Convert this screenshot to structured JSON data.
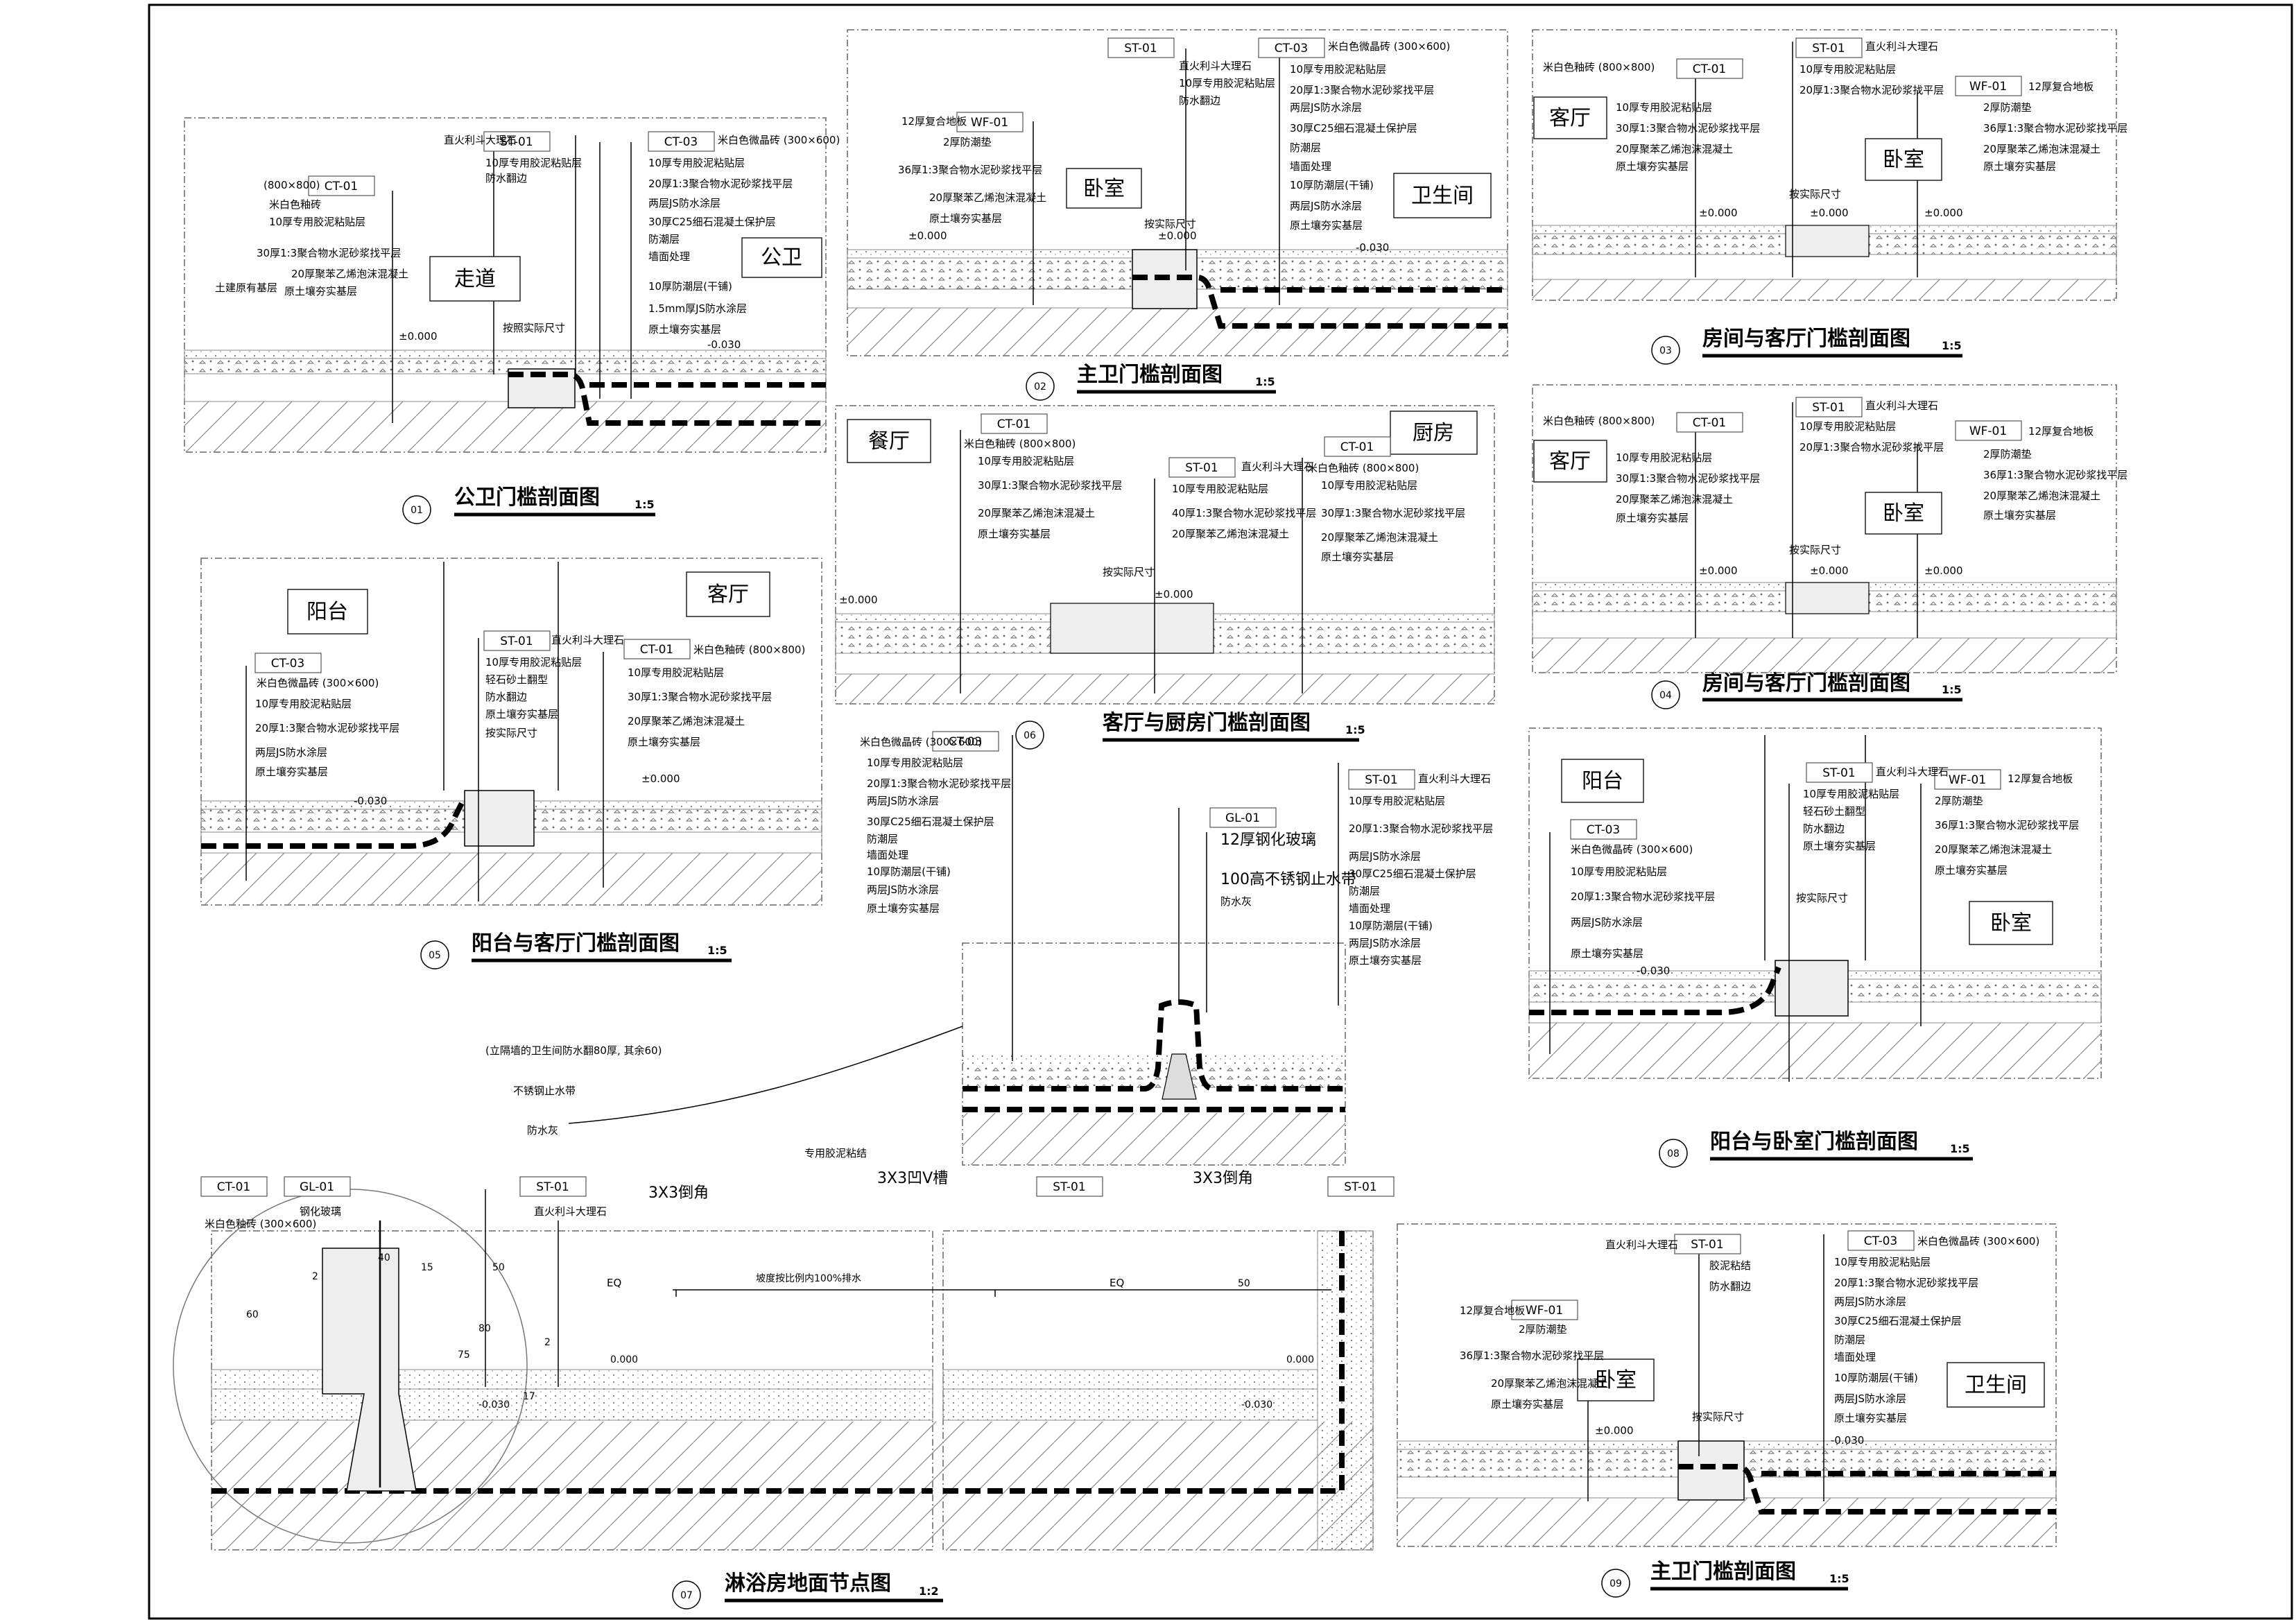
{
  "drawings": [
    {
      "id": "d01",
      "number": "01",
      "title": "公卫门槛剖面图",
      "scale": "1:5",
      "rooms": [
        "走道",
        "公卫"
      ],
      "tags": [
        "CT-01",
        "ST-01",
        "CT-03"
      ],
      "tag_notes": [
        "(800×800)",
        "直火利斗大理石",
        "米白色微晶砖 (300×600)"
      ],
      "notes_left": [
        "米白色釉砖",
        "10厚专用胶泥粘贴层",
        "30厚1:3聚合物水泥砂浆找平层",
        "20厚聚苯乙烯泡沫混凝土",
        "原土壤夯实基层",
        "土建原有基层"
      ],
      "notes_mid": [
        "10厚专用胶泥粘贴层",
        "防水翻边"
      ],
      "notes_right": [
        "10厚专用胶泥粘贴层",
        "20厚1:3聚合物水泥砂浆找平层",
        "两层JS防水涂层",
        "30厚C25细石混凝土保护层",
        "防潮层",
        "墙面处理",
        "10厚防潮层(干铺)",
        "1.5mm厚JS防水涂层",
        "原土壤夯实基层"
      ],
      "dim": "按照实际尺寸",
      "levels": [
        "±0.000",
        "-0.030"
      ]
    },
    {
      "id": "d02",
      "number": "02",
      "title": "主卫门槛剖面图",
      "scale": "1:5",
      "rooms": [
        "卧室",
        "卫生间"
      ],
      "tags": [
        "WF-01",
        "ST-01",
        "CT-03"
      ],
      "tag_notes": [
        "12厚复合地板",
        "直火利斗大理石",
        "米白色微晶砖 (300×600)"
      ],
      "notes_left": [
        "2厚防潮垫",
        "36厚1:3聚合物水泥砂浆找平层",
        "20厚聚苯乙烯泡沫混凝土",
        "原土壤夯实基层"
      ],
      "notes_mid": [
        "10厚专用胶泥粘贴层",
        "防水翻边"
      ],
      "notes_right": [
        "10厚专用胶泥粘贴层",
        "20厚1:3聚合物水泥砂浆找平层",
        "两层JS防水涂层",
        "30厚C25细石混凝土保护层",
        "防潮层",
        "墙面处理",
        "10厚防潮层(干铺)",
        "两层JS防水涂层",
        "原土壤夯实基层"
      ],
      "dim": "按实际尺寸",
      "levels": [
        "±0.000",
        "±0.000",
        "-0.030"
      ]
    },
    {
      "id": "d03",
      "number": "03",
      "title": "房间与客厅门槛剖面图",
      "scale": "1:5",
      "rooms": [
        "客厅",
        "卧室"
      ],
      "tags": [
        "CT-01",
        "ST-01",
        "WF-01"
      ],
      "tag_notes": [
        "米白色釉砖 (800×800)",
        "直火利斗大理石",
        "12厚复合地板"
      ],
      "notes_left": [
        "10厚专用胶泥粘贴层",
        "30厚1:3聚合物水泥砂浆找平层",
        "20厚聚苯乙烯泡沫混凝土",
        "原土壤夯实基层"
      ],
      "notes_mid": [
        "10厚专用胶泥粘贴层",
        "20厚1:3聚合物水泥砂浆找平层"
      ],
      "notes_right": [
        "2厚防潮垫",
        "36厚1:3聚合物水泥砂浆找平层",
        "20厚聚苯乙烯泡沫混凝土",
        "原土壤夯实基层"
      ],
      "dim": "按实际尺寸",
      "levels": [
        "±0.000",
        "±0.000",
        "±0.000"
      ]
    },
    {
      "id": "d04",
      "number": "04",
      "title": "房间与客厅门槛剖面图",
      "scale": "1:5",
      "rooms": [
        "客厅",
        "卧室"
      ],
      "tags": [
        "CT-01",
        "ST-01",
        "WF-01"
      ],
      "tag_notes": [
        "米白色釉砖 (800×800)",
        "直火利斗大理石",
        "12厚复合地板"
      ],
      "notes_left": [
        "10厚专用胶泥粘贴层",
        "30厚1:3聚合物水泥砂浆找平层",
        "20厚聚苯乙烯泡沫混凝土",
        "原土壤夯实基层"
      ],
      "notes_mid": [
        "10厚专用胶泥粘贴层",
        "20厚1:3聚合物水泥砂浆找平层"
      ],
      "notes_right": [
        "2厚防潮垫",
        "36厚1:3聚合物水泥砂浆找平层",
        "20厚聚苯乙烯泡沫混凝土",
        "原土壤夯实基层"
      ],
      "dim": "按实际尺寸",
      "levels": [
        "±0.000",
        "±0.000",
        "±0.000"
      ]
    },
    {
      "id": "d05",
      "number": "05",
      "title": "阳台与客厅门槛剖面图",
      "scale": "1:5",
      "rooms": [
        "阳台",
        "客厅"
      ],
      "tags": [
        "CT-03",
        "ST-01",
        "CT-01"
      ],
      "tag_notes": [
        "米白色微晶砖 (300×600)",
        "直火利斗大理石",
        "米白色釉砖 (800×800)"
      ],
      "notes_left": [
        "10厚专用胶泥粘贴层",
        "20厚1:3聚合物水泥砂浆找平层",
        "两层JS防水涂层",
        "原土壤夯实基层"
      ],
      "notes_mid": [
        "10厚专用胶泥粘贴层",
        "轻石砂土翻型",
        "防水翻边",
        "原土壤夯实基层"
      ],
      "notes_right": [
        "10厚专用胶泥粘贴层",
        "30厚1:3聚合物水泥砂浆找平层",
        "20厚聚苯乙烯泡沫混凝土",
        "原土壤夯实基层"
      ],
      "dim": "按实际尺寸",
      "levels": [
        "-0.030",
        "±0.000"
      ]
    },
    {
      "id": "d06",
      "number": "06",
      "title": "客厅与厨房门槛剖面图",
      "scale": "1:5",
      "rooms": [
        "餐厅",
        "厨房"
      ],
      "tags": [
        "CT-01",
        "ST-01",
        "CT-01"
      ],
      "tag_notes": [
        "米白色釉砖 (800×800)",
        "直火利斗大理石",
        "米白色釉砖 (800×800)"
      ],
      "notes_left": [
        "10厚专用胶泥粘贴层",
        "30厚1:3聚合物水泥砂浆找平层",
        "20厚聚苯乙烯泡沫混凝土",
        "原土壤夯实基层"
      ],
      "notes_mid": [
        "10厚专用胶泥粘贴层",
        "40厚1:3聚合物水泥砂浆找平层",
        "20厚聚苯乙烯泡沫混凝土"
      ],
      "notes_right": [
        "10厚专用胶泥粘贴层",
        "30厚1:3聚合物水泥砂浆找平层",
        "20厚聚苯乙烯泡沫混凝土",
        "原土壤夯实基层"
      ],
      "dim": "按实际尺寸",
      "levels": [
        "±0.000",
        "±0.000"
      ]
    },
    {
      "id": "d07",
      "number": "07",
      "title": "淋浴房地面节点图",
      "scale": "1:2",
      "tags": [
        "CT-03",
        "ST-01",
        "GL-01",
        "CT-01",
        "GL-01",
        "ST-01",
        "ST-01",
        "ST-01"
      ],
      "tag_notes": [
        "米白色微晶砖 (300×600)",
        "直火利斗大理石",
        "12厚钢化玻璃",
        "100高不锈钢止水带",
        "防水灰",
        "米白色釉砖 (300×600)",
        "钢化玻璃",
        "直火利斗大理石"
      ],
      "notes_top": [
        "(立隔墙的卫生间防水翻80厚, 其余60)",
        "不锈钢止水带",
        "防水灰",
        "专用胶泥粘结"
      ],
      "notes_right": [
        "10厚专用胶泥粘贴层",
        "20厚1:3聚合物水泥砂浆找平层",
        "两层JS防水涂层",
        "30厚C25细石混凝土保护层",
        "防潮层",
        "墙面处理",
        "10厚防潮层(干铺)",
        "两层JS防水涂层",
        "原土壤夯实基层"
      ],
      "notes_left": [
        "10厚专用胶泥粘贴层",
        "20厚1:3聚合物水泥砂浆找平层",
        "两层JS防水涂层",
        "30厚C25细石混凝土保护层",
        "防潮层",
        "墙面处理",
        "10厚防潮层(干铺)",
        "两层JS防水涂层",
        "原土壤夯实基层"
      ],
      "dims": [
        "3X3倒角",
        "3X3倒角",
        "3X3凹V槽",
        "EQ",
        "EQ",
        "50",
        "50",
        "60",
        "80",
        "75",
        "15",
        "17",
        "2",
        "2",
        "40"
      ],
      "note_slope": "坡度按比例内100%排水",
      "levels": [
        "0.000",
        "-0.030",
        "0.000",
        "-0.030"
      ]
    },
    {
      "id": "d08",
      "number": "08",
      "title": "阳台与卧室门槛剖面图",
      "scale": "1:5",
      "rooms": [
        "阳台",
        "卧室"
      ],
      "tags": [
        "CT-03",
        "ST-01",
        "WF-01"
      ],
      "tag_notes": [
        "米白色微晶砖 (300×600)",
        "直火利斗大理石",
        "12厚复合地板"
      ],
      "notes_left": [
        "10厚专用胶泥粘贴层",
        "20厚1:3聚合物水泥砂浆找平层",
        "两层JS防水涂层",
        "原土壤夯实基层"
      ],
      "notes_mid": [
        "10厚专用胶泥粘贴层",
        "轻石砂土翻型",
        "防水翻边",
        "原土壤夯实基层"
      ],
      "notes_right": [
        "2厚防潮垫",
        "36厚1:3聚合物水泥砂浆找平层",
        "20厚聚苯乙烯泡沫混凝土",
        "原土壤夯实基层"
      ],
      "dim": "按实际尺寸",
      "levels": [
        "-0.030"
      ]
    },
    {
      "id": "d09",
      "number": "09",
      "title": "主卫门槛剖面图",
      "scale": "1:5",
      "rooms": [
        "卧室",
        "卫生间"
      ],
      "tags": [
        "WF-01",
        "ST-01",
        "CT-03"
      ],
      "tag_notes": [
        "12厚复合地板",
        "直火利斗大理石",
        "米白色微晶砖 (300×600)"
      ],
      "notes_left": [
        "2厚防潮垫",
        "36厚1:3聚合物水泥砂浆找平层",
        "20厚聚苯乙烯泡沫混凝土",
        "原土壤夯实基层"
      ],
      "notes_mid": [
        "胶泥粘结",
        "防水翻边"
      ],
      "notes_right": [
        "10厚专用胶泥粘贴层",
        "20厚1:3聚合物水泥砂浆找平层",
        "两层JS防水涂层",
        "30厚C25细石混凝土保护层",
        "防潮层",
        "墙面处理",
        "10厚防潮层(干铺)",
        "两层JS防水涂层",
        "原土壤夯实基层"
      ],
      "dim": "按实际尺寸",
      "levels": [
        "±0.000",
        "-0.030"
      ]
    }
  ]
}
